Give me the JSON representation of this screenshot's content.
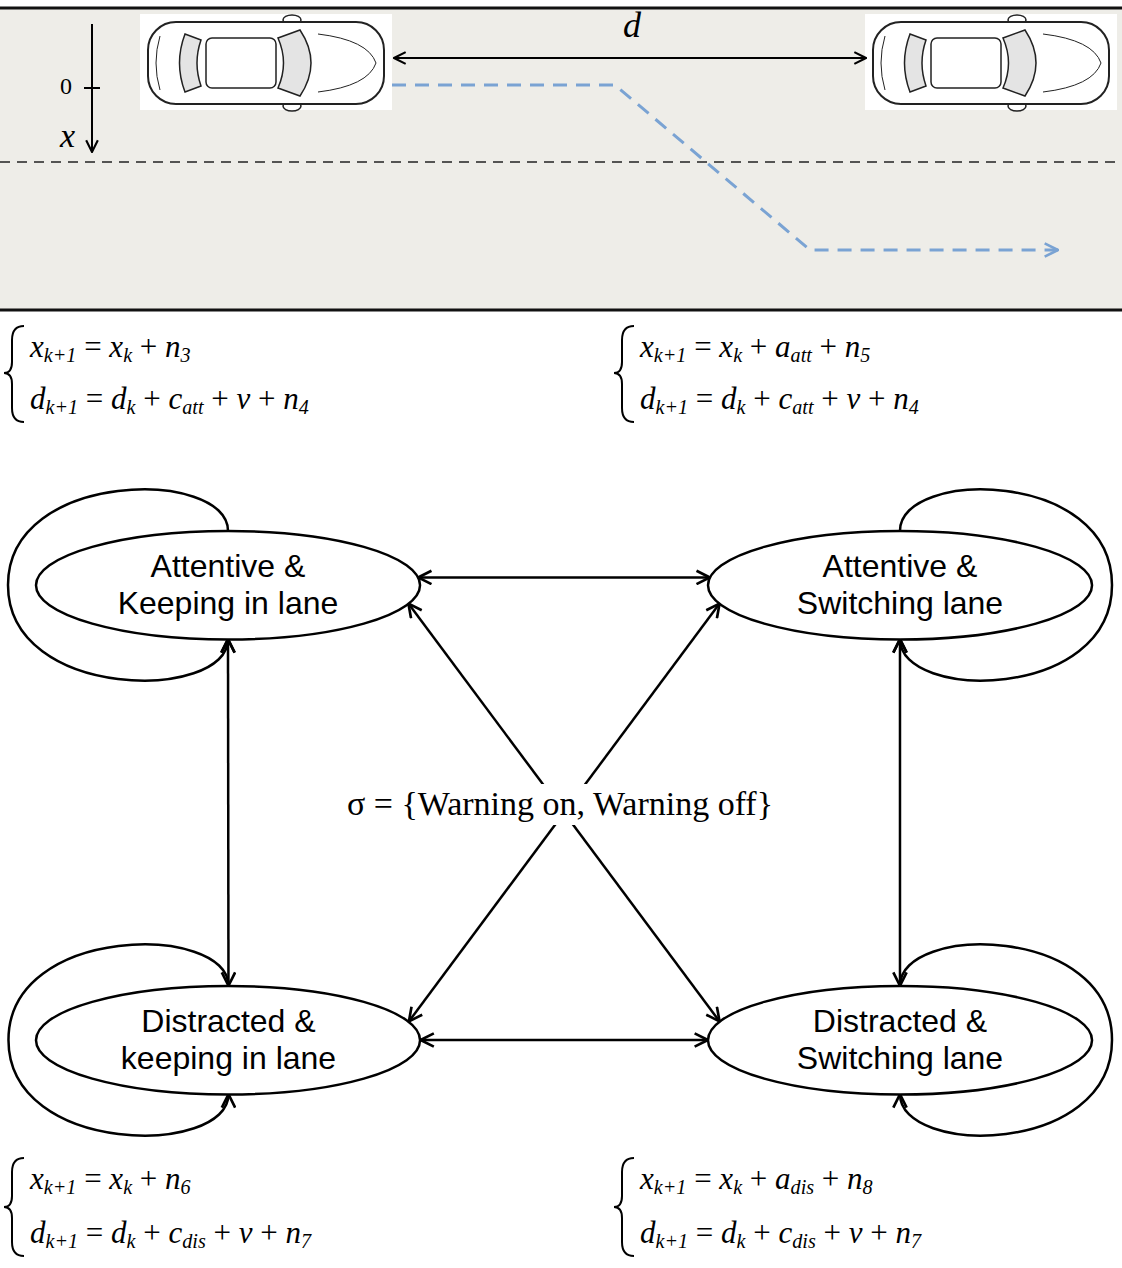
{
  "diagram": {
    "nodes": [
      {
        "text": [
          "Attentive & Keeping in lane"
        ]
      },
      {
        "text": [
          "Attentive & Switching lane"
        ]
      },
      {
        "text": [
          "Distracted & keeping in lane"
        ]
      },
      {
        "text": [
          "Distracted & Switching lane"
        ]
      }
    ],
    "edges": [
      {
        "from": 0,
        "to": 0,
        "arrow": "to"
      },
      {
        "from": 1,
        "to": 1,
        "arrow": "to"
      },
      {
        "from": 2,
        "to": 2,
        "arrow": "to"
      },
      {
        "from": 3,
        "to": 3,
        "arrow": "to"
      },
      {
        "from": 0,
        "to": 1,
        "arrow": "both"
      },
      {
        "from": 0,
        "to": 2,
        "arrow": "both"
      },
      {
        "from": 0,
        "to": 3,
        "arrow": "both"
      },
      {
        "from": 1,
        "to": 2,
        "arrow": "both"
      },
      {
        "from": 1,
        "to": 3,
        "arrow": "both"
      },
      {
        "from": 2,
        "to": 3,
        "arrow": "both"
      }
    ],
    "labels": [
      "d",
      "0",
      "x",
      "xk+1 = xk + n3",
      "dk+1 = dk + catt + v + n4",
      "xk+1 = xk + aatt + n5",
      "dk+1 = dk + catt + v + n4",
      "σ = {Warning on, Warning off}",
      "xk+1 = xk + n6",
      "dk+1 = dk + cdis + v + n7",
      "xk+1 = xk + adis + n8",
      "dk+1 = dk + cdis + v + n7"
    ]
  }
}
